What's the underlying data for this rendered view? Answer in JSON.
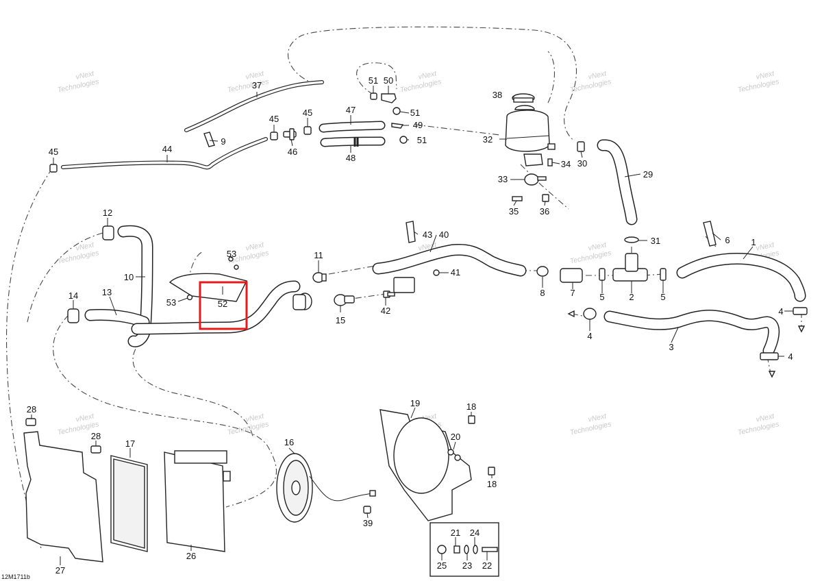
{
  "diagram": {
    "reference_code": "12M1711b",
    "watermark": [
      "vNext",
      "Technologies"
    ],
    "highlight_color": "#e31b1b",
    "line_color": "#222222",
    "callouts": {
      "c1": "1",
      "c2": "2",
      "c3": "3",
      "c4a": "4",
      "c4b": "4",
      "c4c": "4",
      "c5a": "5",
      "c5b": "5",
      "c6": "6",
      "c7": "7",
      "c8": "8",
      "c9": "9",
      "c10": "10",
      "c11": "11",
      "c12": "12",
      "c13": "13",
      "c14": "14",
      "c15": "15",
      "c16": "16",
      "c17": "17",
      "c18a": "18",
      "c18b": "18",
      "c19": "19",
      "c20": "20",
      "c21": "21",
      "c22": "22",
      "c23": "23",
      "c24": "24",
      "c25": "25",
      "c26": "26",
      "c27": "27",
      "c28a": "28",
      "c28b": "28",
      "c29": "29",
      "c30": "30",
      "c31": "31",
      "c32": "32",
      "c33": "33",
      "c34": "34",
      "c35": "35",
      "c36": "36",
      "c37": "37",
      "c38": "38",
      "c39": "39",
      "c40": "40",
      "c41": "41",
      "c42": "42",
      "c43": "43",
      "c44": "44",
      "c45a": "45",
      "c45b": "45",
      "c45c": "45",
      "c46": "46",
      "c47": "47",
      "c48": "48",
      "c49": "49",
      "c50": "50",
      "c51a": "51",
      "c51b": "51",
      "c51c": "51",
      "c52": "52",
      "c53a": "53",
      "c53b": "53"
    }
  }
}
